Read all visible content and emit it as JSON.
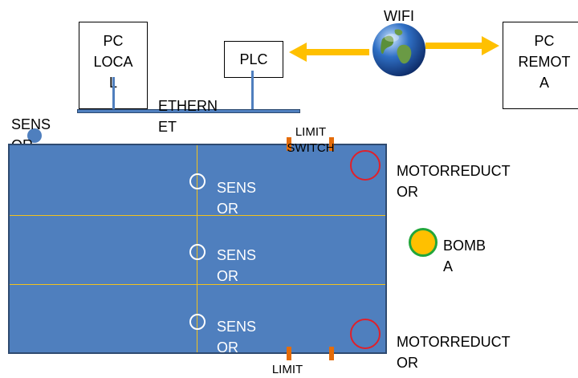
{
  "labels": {
    "pc_local": "PC\nLOCA\nL",
    "plc": "PLC",
    "wifi": "WIFI",
    "pc_remota": "PC\nREMOT\nA",
    "ethernet": "ETHERN\nET",
    "sensor_corner": "SENS\nOR",
    "limit_switch_top": "LIMIT\nSWITCH",
    "limit_bottom": "LIMIT",
    "sensor_1": "SENS\nOR",
    "sensor_2": "SENS\nOR",
    "sensor_3": "SENS\nOR",
    "motor_top": "MOTORREDUCT\nOR",
    "motor_bottom": "MOTORREDUCT\nOR",
    "bomba": "BOMB\nA"
  },
  "colors": {
    "field": "#4f7fbe",
    "grid": "#f3c21b",
    "arrow": "#ffc000",
    "motor_ring": "#e0202a",
    "limit_tab": "#e46c0a",
    "pump_fill": "#ffc000",
    "pump_ring": "#22a63a"
  },
  "icons": {
    "wifi": "globe-icon"
  }
}
